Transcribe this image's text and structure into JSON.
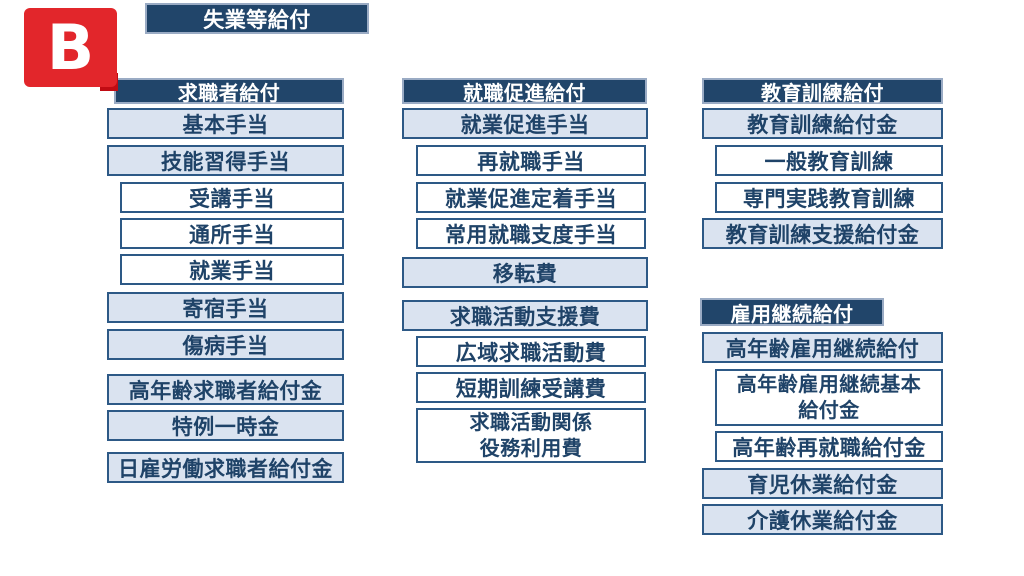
{
  "badge": {
    "label": "B"
  },
  "main_title": "失業等給付",
  "colors": {
    "header_bg": "#21456A",
    "header_border": "#9AABC4",
    "light_box_bg": "#DAE3F0",
    "box_border": "#2D5986",
    "box_text": "#1F4368",
    "badge_red": "#E2262B",
    "badge_shadow_red": "#C00B13"
  },
  "groups": [
    {
      "header": "求職者給付",
      "items": [
        {
          "label": "基本手当",
          "level": 1
        },
        {
          "label": "技能習得手当",
          "level": 1
        },
        {
          "label": "受講手当",
          "level": 2
        },
        {
          "label": "通所手当",
          "level": 2
        },
        {
          "label": "就業手当",
          "level": 2
        },
        {
          "label": "寄宿手当",
          "level": 1
        },
        {
          "label": "傷病手当",
          "level": 1
        },
        {
          "label": "高年齢求職者給付金",
          "level": 1
        },
        {
          "label": "特例一時金",
          "level": 1
        },
        {
          "label": "日雇労働求職者給付金",
          "level": 1
        }
      ]
    },
    {
      "header": "就職促進給付",
      "items": [
        {
          "label": "就業促進手当",
          "level": 1
        },
        {
          "label": "再就職手当",
          "level": 2
        },
        {
          "label": "就業促進定着手当",
          "level": 2
        },
        {
          "label": "常用就職支度手当",
          "level": 2
        },
        {
          "label": "移転費",
          "level": 1
        },
        {
          "label": "求職活動支援費",
          "level": 1
        },
        {
          "label": "広域求職活動費",
          "level": 2
        },
        {
          "label": "短期訓練受講費",
          "level": 2
        },
        {
          "label": "求職活動関係\n役務利用費",
          "level": 2
        }
      ]
    },
    {
      "header": "教育訓練給付",
      "items": [
        {
          "label": "教育訓練給付金",
          "level": 1
        },
        {
          "label": "一般教育訓練",
          "level": 2
        },
        {
          "label": "専門実践教育訓練",
          "level": 2
        },
        {
          "label": "教育訓練支援給付金",
          "level": 1
        }
      ]
    },
    {
      "header": "雇用継続給付",
      "items": [
        {
          "label": "高年齢雇用継続給付",
          "level": 1
        },
        {
          "label": "高年齢雇用継続基本\n給付金",
          "level": 2
        },
        {
          "label": "高年齢再就職給付金",
          "level": 2
        },
        {
          "label": "育児休業給付金",
          "level": 1
        },
        {
          "label": "介護休業給付金",
          "level": 1
        }
      ]
    }
  ]
}
